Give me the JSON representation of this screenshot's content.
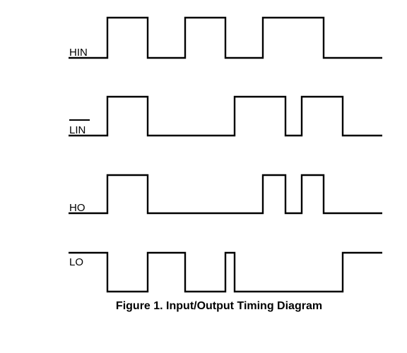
{
  "figure": {
    "caption": "Figure 1. Input/Output Timing Diagram"
  },
  "signals": [
    {
      "id": "hin",
      "label": "HIN",
      "overline": false,
      "start": "low",
      "edges": [
        152,
        209,
        262,
        319,
        372,
        458
      ]
    },
    {
      "id": "lin",
      "label": "LIN",
      "overline": true,
      "start": "low",
      "edges": [
        152,
        209,
        332,
        404,
        427,
        485
      ]
    },
    {
      "id": "ho",
      "label": "HO",
      "overline": false,
      "start": "low",
      "edges": [
        152,
        209,
        372,
        404,
        427,
        458
      ]
    },
    {
      "id": "lo",
      "label": "LO",
      "overline": false,
      "start": "high",
      "edges": [
        152,
        209,
        262,
        319,
        332,
        485
      ]
    }
  ],
  "colors": {
    "line": "#000000",
    "background": "#ffffff"
  }
}
